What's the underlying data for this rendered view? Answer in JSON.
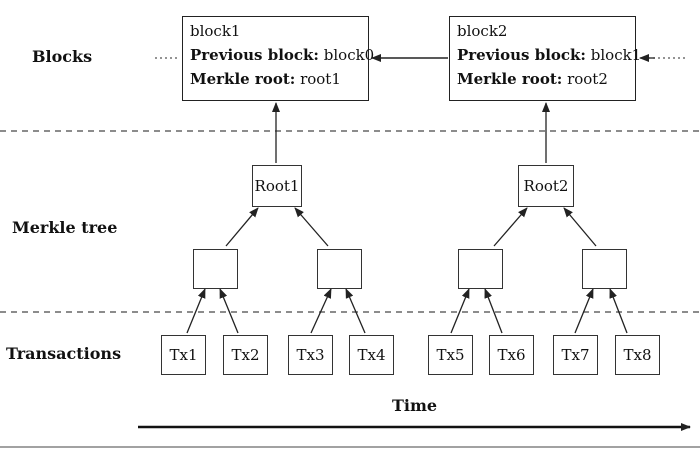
{
  "rows": {
    "blocks": "Blocks",
    "merkle_tree": "Merkle tree",
    "transactions": "Transactions"
  },
  "blocks": [
    {
      "name": "block1",
      "prev_label": "Previous block:",
      "prev_value": "block0",
      "root_label": "Merkle root:",
      "root_value": "root1"
    },
    {
      "name": "block2",
      "prev_label": "Previous block:",
      "prev_value": "block1",
      "root_label": "Merkle root:",
      "root_value": "root2"
    }
  ],
  "roots": [
    "Root1",
    "Root2"
  ],
  "transactions": [
    "Tx1",
    "Tx2",
    "Tx3",
    "Tx4",
    "Tx5",
    "Tx6",
    "Tx7",
    "Tx8"
  ],
  "time_label": "Time"
}
